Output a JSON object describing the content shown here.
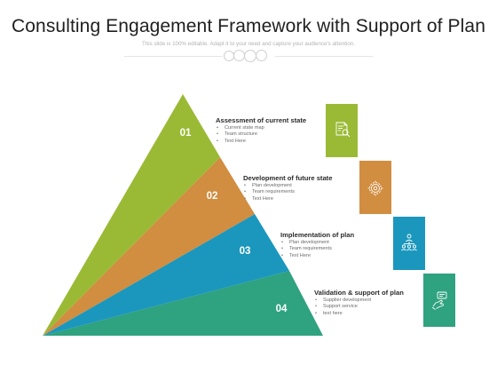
{
  "header": {
    "title": "Consulting Engagement Framework with Support of Plan",
    "subtitle": "This slide is 100% editable. Adapt it to your need and capture your audience's attention."
  },
  "colors": {
    "stage1": "#9aba35",
    "stage2": "#d18d40",
    "stage3": "#1b97bd",
    "stage4": "#2fa27f"
  },
  "stages": [
    {
      "number": "01",
      "title": "Assessment of current state",
      "bullets": [
        "Current state map",
        "Team structure",
        "Text Here"
      ],
      "icon": "document-magnifier-icon"
    },
    {
      "number": "02",
      "title": "Development of future state",
      "bullets": [
        "Plan development",
        "Team requirements",
        "Text Here"
      ],
      "icon": "gear-icon"
    },
    {
      "number": "03",
      "title": "Implementation of plan",
      "bullets": [
        "Plan development",
        "Team requirements",
        "Text Here"
      ],
      "icon": "team-hierarchy-icon"
    },
    {
      "number": "04",
      "title": "Validation & support of plan",
      "bullets": [
        "Supplier development",
        "Support service",
        "text here"
      ],
      "icon": "hand-pointer-icon"
    }
  ]
}
